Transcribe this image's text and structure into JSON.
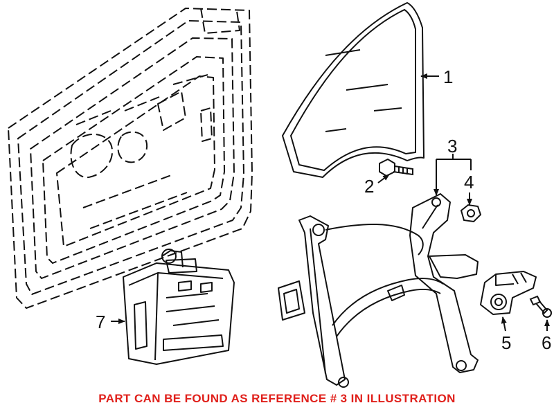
{
  "diagram": {
    "callouts": [
      {
        "number": "1",
        "part": "window-glass"
      },
      {
        "number": "2",
        "part": "bolt"
      },
      {
        "number": "3",
        "part": "window-regulator"
      },
      {
        "number": "4",
        "part": "nut"
      },
      {
        "number": "5",
        "part": "regulator-motor"
      },
      {
        "number": "6",
        "part": "screw"
      },
      {
        "number": "7",
        "part": "control-module"
      }
    ]
  },
  "footer": {
    "note": "PART CAN BE FOUND AS REFERENCE # 3 IN ILLUSTRATION"
  },
  "colors": {
    "note": "#e0201b",
    "line": "#111111",
    "background": "#ffffff"
  }
}
